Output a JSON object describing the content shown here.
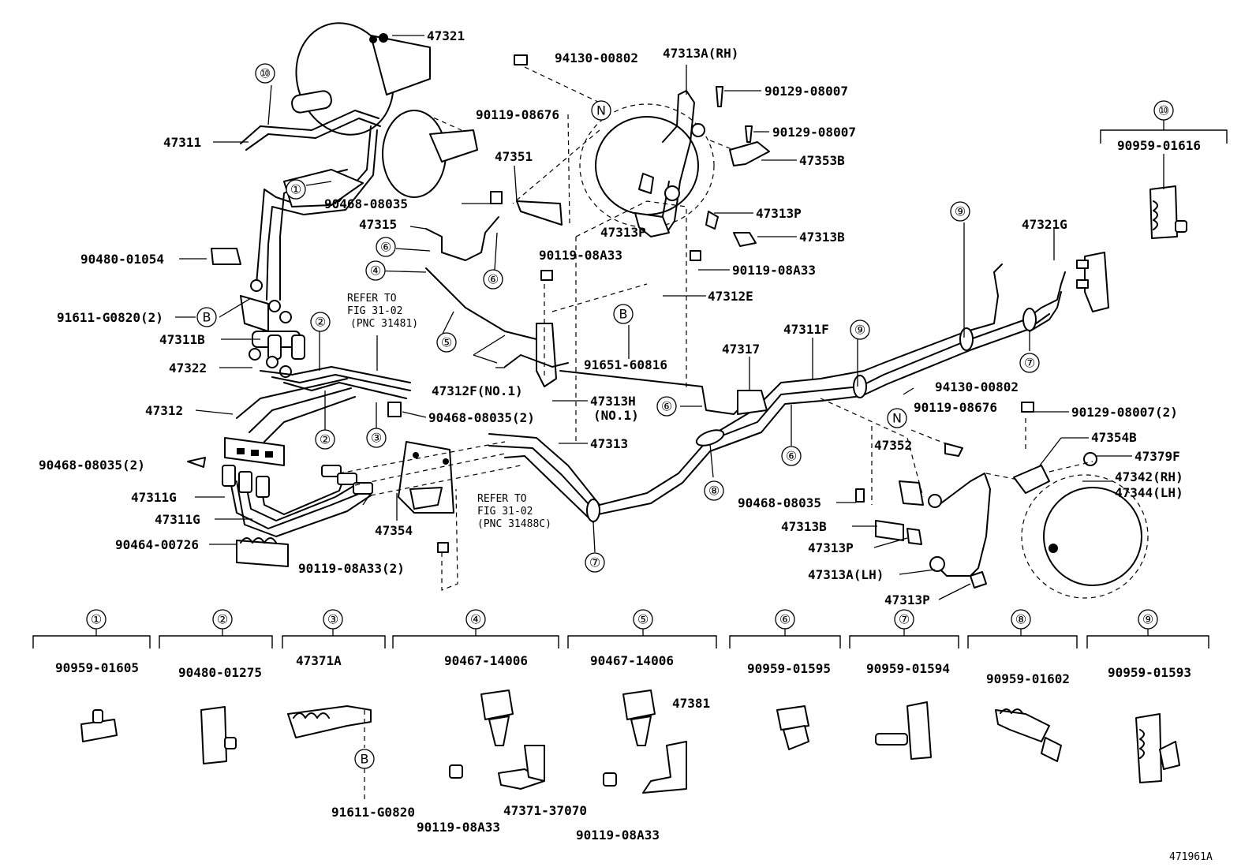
{
  "callouts": {
    "p47321": "47321",
    "p47311": "47311",
    "p90480_01054": "90480-01054",
    "p91611_g0820_2": "91611-G0820(2)",
    "p47311b": "47311B",
    "p47322": "47322",
    "p47312": "47312",
    "p90468_08035_2a": "90468-08035(2)",
    "p47311g_a": "47311G",
    "p47311g_b": "47311G",
    "p90464_00726": "90464-00726",
    "p94130_00802_a": "94130-00802",
    "p90119_08676_a": "90119-08676",
    "p47351": "47351",
    "p90468_08035_a": "90468-08035",
    "p47315": "47315",
    "p90119_08a33_a": "90119-08A33",
    "p47312f": "47312F(NO.1)",
    "p47313h": "47313H",
    "p47313h_no": "(NO.1)",
    "p90468_08035_2b": "90468-08035(2)",
    "p47313": "47313",
    "p47354": "47354",
    "p90119_08a33_2": "90119-08A33(2)",
    "p47313a_rh": "47313A(RH)",
    "p90129_08007_a": "90129-08007",
    "p90129_08007_b": "90129-08007",
    "p47353b": "47353B",
    "p47313p_a": "47313P",
    "p47313p_b": "47313P",
    "p47313b_a": "47313B",
    "p90119_08a33_b": "90119-08A33",
    "p47312e": "47312E",
    "p91651_60816": "91651-60816",
    "p47317": "47317",
    "p47311f": "47311F",
    "p47321g": "47321G",
    "p94130_00802_b": "94130-00802",
    "p90119_08676_b": "90119-08676",
    "p90129_08007_2": "90129-08007(2)",
    "p47352": "47352",
    "p47354b": "47354B",
    "p47379f": "47379F",
    "p47342": "47342(RH)",
    "p47344": "47344(LH)",
    "p90468_08035_b": "90468-08035",
    "p47313b_b": "47313B",
    "p47313p_c": "47313P",
    "p47313a_lh": "47313A(LH)",
    "p47313p_d": "47313P",
    "p90959_01616": "90959-01616"
  },
  "refer_notes": {
    "ref1_line1": "REFER TO",
    "ref1_line2": "FIG 31-02",
    "ref1_line3": "(PNC 31481)",
    "ref2_line1": "REFER TO",
    "ref2_line2": "FIG 31-02",
    "ref2_line3": "(PNC 31488C)"
  },
  "circle_markers": {
    "c1": "①",
    "c2a": "②",
    "c2b": "②",
    "c3": "③",
    "c4": "④",
    "c5": "⑤",
    "c6a": "⑥",
    "c6b": "⑥",
    "c6c": "⑥",
    "c6d": "⑥",
    "c7a": "⑦",
    "c7b": "⑦",
    "c8": "⑧",
    "c9a": "⑨",
    "c9b": "⑨",
    "c10a": "⑩",
    "c10b": "⑩",
    "ba": "B",
    "bb": "B",
    "bc": "B",
    "na": "N",
    "nb": "N"
  },
  "legend": [
    {
      "marker": "①",
      "parts": [
        "90959-01605"
      ]
    },
    {
      "marker": "②",
      "parts": [
        "90480-01275"
      ]
    },
    {
      "marker": "③",
      "parts": [
        "47371A",
        "91611-G0820"
      ]
    },
    {
      "marker": "④",
      "parts": [
        "90467-14006",
        "47371-37070",
        "90119-08A33"
      ]
    },
    {
      "marker": "⑤",
      "parts": [
        "90467-14006",
        "47381",
        "90119-08A33"
      ]
    },
    {
      "marker": "⑥",
      "parts": [
        "90959-01595"
      ]
    },
    {
      "marker": "⑦",
      "parts": [
        "90959-01594"
      ]
    },
    {
      "marker": "⑧",
      "parts": [
        "90959-01602"
      ]
    },
    {
      "marker": "⑨",
      "parts": [
        "90959-01593"
      ]
    }
  ],
  "figure_code": "471961A"
}
